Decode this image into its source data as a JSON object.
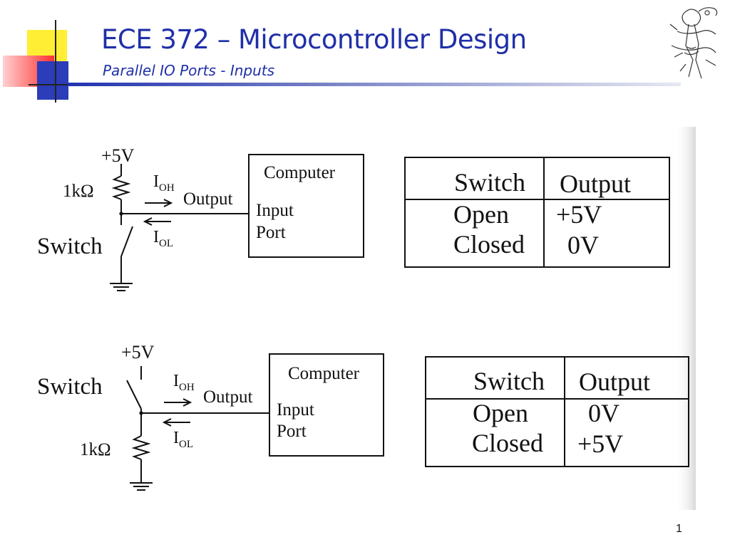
{
  "slide": {
    "title": "ECE 372 – Microcontroller Design",
    "subtitle": "Parallel IO Ports - Inputs",
    "page_number": "1",
    "title_color": "#1f2fa8"
  },
  "decor": {
    "logo_icon": "sketch-figure-icon",
    "corner_blocks_colors": [
      "#ffee33",
      "#ff3333",
      "#2b3db8"
    ]
  },
  "circuit_top": {
    "supply": "+5V",
    "resistor": "1kΩ",
    "switch_label": "Switch",
    "current_high": "I",
    "current_high_sub": "OH",
    "current_low": "I",
    "current_low_sub": "OL",
    "output_label": "Output",
    "box_title": "Computer",
    "box_port_line1": "Input",
    "box_port_line2": "Port"
  },
  "table_top": {
    "headers": [
      "Switch",
      "Output"
    ],
    "rows": [
      [
        "Open",
        "+5V"
      ],
      [
        "Closed",
        "0V"
      ]
    ]
  },
  "circuit_bottom": {
    "supply": "+5V",
    "resistor": "1kΩ",
    "switch_label": "Switch",
    "current_high": "I",
    "current_high_sub": "OH",
    "current_low": "I",
    "current_low_sub": "OL",
    "output_label": "Output",
    "box_title": "Computer",
    "box_port_line1": "Input",
    "box_port_line2": "Port"
  },
  "table_bottom": {
    "headers": [
      "Switch",
      "Output"
    ],
    "rows": [
      [
        "Open",
        "0V"
      ],
      [
        "Closed",
        "+5V"
      ]
    ]
  }
}
